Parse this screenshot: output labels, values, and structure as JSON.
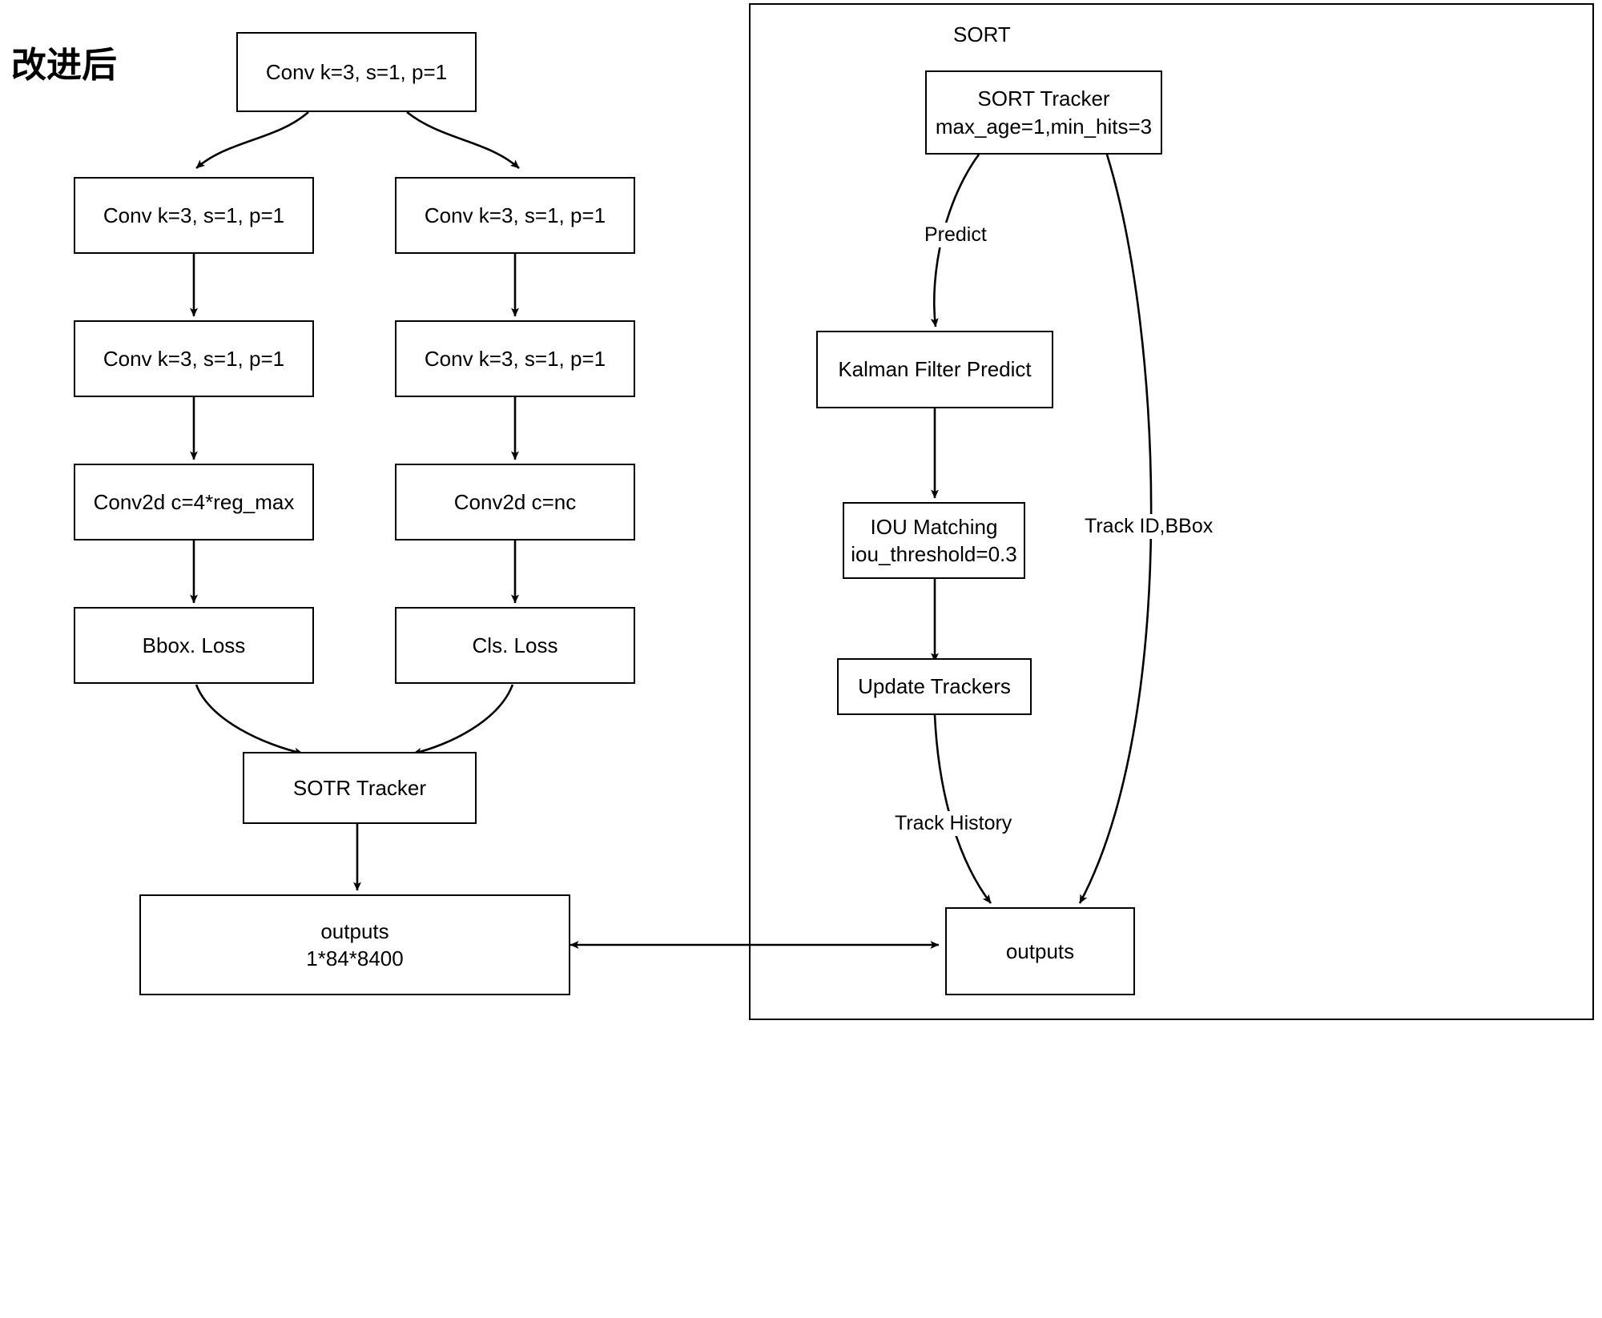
{
  "diagram": {
    "title_cn": "改进后",
    "group_label": "SORT",
    "colors": {
      "stroke": "#000000",
      "fill": "#ffffff",
      "text": "#000000"
    }
  },
  "left_branch": {
    "nodes": [
      {
        "id": "conv_root",
        "label": "Conv k=3, s=1, p=1"
      },
      {
        "id": "conv_l1",
        "label": "Conv k=3, s=1, p=1"
      },
      {
        "id": "conv_r1",
        "label": "Conv k=3, s=1, p=1"
      },
      {
        "id": "conv_l2",
        "label": "Conv k=3, s=1, p=1"
      },
      {
        "id": "conv_r2",
        "label": "Conv k=3, s=1, p=1"
      },
      {
        "id": "conv2d_reg",
        "label": "Conv2d c=4*reg_max"
      },
      {
        "id": "conv2d_nc",
        "label": "Conv2d c=nc"
      },
      {
        "id": "bbox_loss",
        "label": "Bbox. Loss"
      },
      {
        "id": "cls_loss",
        "label": "Cls. Loss"
      },
      {
        "id": "sotr_tracker",
        "label": "SOTR Tracker"
      },
      {
        "id": "outputs_left",
        "label": "outputs\n1*84*8400"
      }
    ]
  },
  "sort_panel": {
    "nodes": [
      {
        "id": "sort_tracker",
        "label": "SORT Tracker\nmax_age=1,min_hits=3"
      },
      {
        "id": "kalman_predict",
        "label": "Kalman Filter Predict"
      },
      {
        "id": "iou_matching",
        "label": "IOU Matching\niou_threshold=0.3"
      },
      {
        "id": "update_trackers",
        "label": "Update Trackers"
      },
      {
        "id": "outputs_right",
        "label": "outputs"
      }
    ],
    "edge_labels": {
      "predict": "Predict",
      "track_id_bbox": "Track ID,BBox",
      "track_history": "Track History"
    }
  }
}
